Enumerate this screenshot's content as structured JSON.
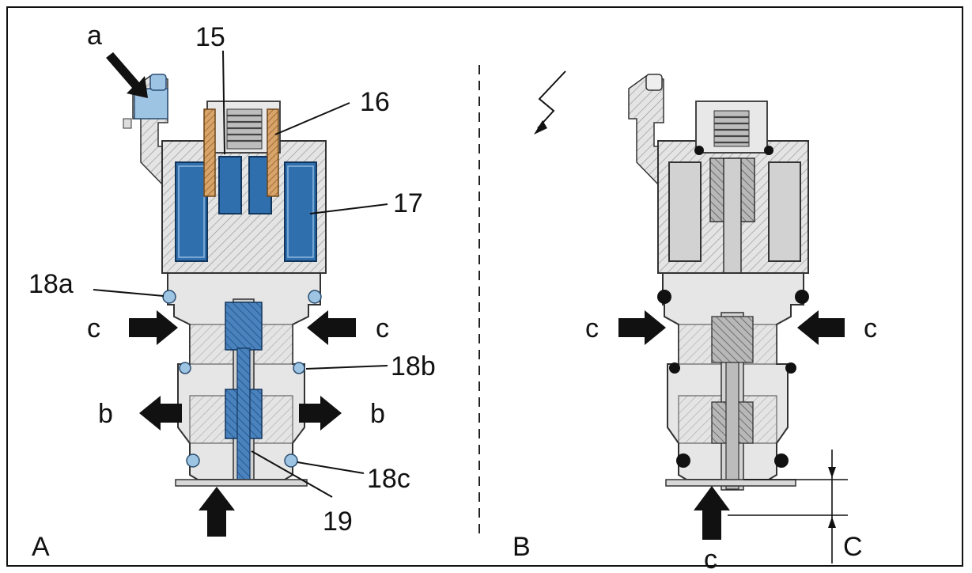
{
  "figure": {
    "panel_a": {
      "letter": "A",
      "callouts": {
        "a": "a",
        "c_left": "c",
        "c_right": "c",
        "b_left": "b",
        "b_right": "b",
        "n15": "15",
        "n16": "16",
        "n17": "17",
        "n18a": "18a",
        "n18b": "18b",
        "n18c": "18c",
        "n19": "19"
      }
    },
    "panel_b": {
      "letter": "B",
      "callouts": {
        "c_left": "c",
        "c_right": "c",
        "c_bottom": "c",
        "dimension": "C"
      }
    }
  },
  "colors": {
    "coil_blue": "#2f6fae",
    "light_blue": "#9ec4e4",
    "copper": "#d9a46a",
    "grey_body": "#dcdcdc",
    "dark_grey": "#8a8a8a",
    "black": "#111111"
  }
}
